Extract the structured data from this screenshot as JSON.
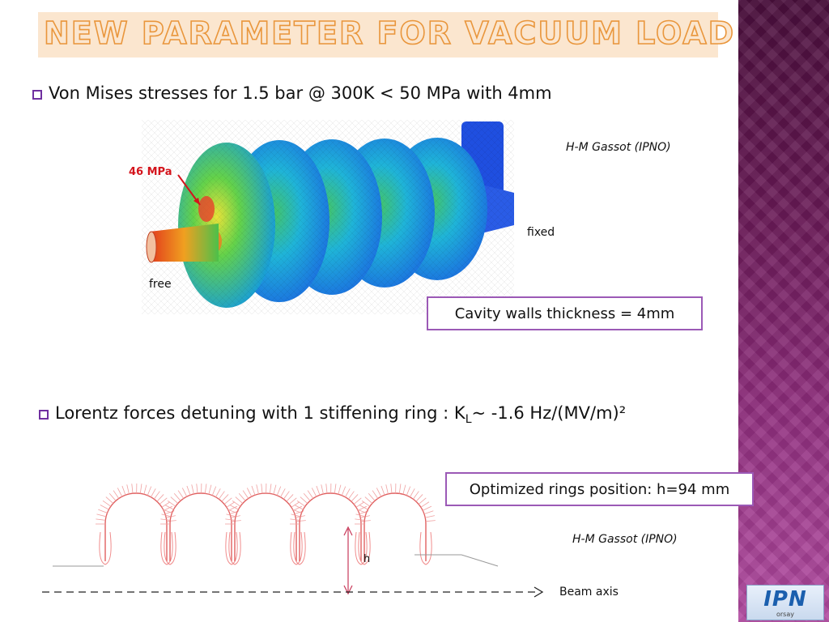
{
  "title": "New parameter for vacuum load",
  "bullets": [
    {
      "text": "Von Mises stresses for 1.5 bar @ 300K < 50 MPa with 4mm"
    },
    {
      "text_main": "Lorentz forces detuning with 1 stiffening ring : K",
      "subscript": "L",
      "text_tail": "~ -1.6 Hz/(MV/m)²"
    }
  ],
  "figure1": {
    "stress_label": "46 MPa",
    "free_label": "free",
    "fixed_label": "fixed",
    "credit": "H-M Gassot (IPNO)",
    "box_text": "Cavity walls thickness = 4mm"
  },
  "figure2": {
    "box_text": "Optimized rings position: h=94 mm",
    "credit": "H-M Gassot (IPNO)",
    "h_label": "h",
    "beam_label": "Beam axis"
  },
  "logo": {
    "text": "IPN",
    "sub": "orsay"
  },
  "colors": {
    "accent": "#7030a0",
    "title_stroke": "#e9963c",
    "title_fill": "#fbe6cf",
    "stress_red": "#d4141c",
    "box_border": "#9b59b6"
  }
}
